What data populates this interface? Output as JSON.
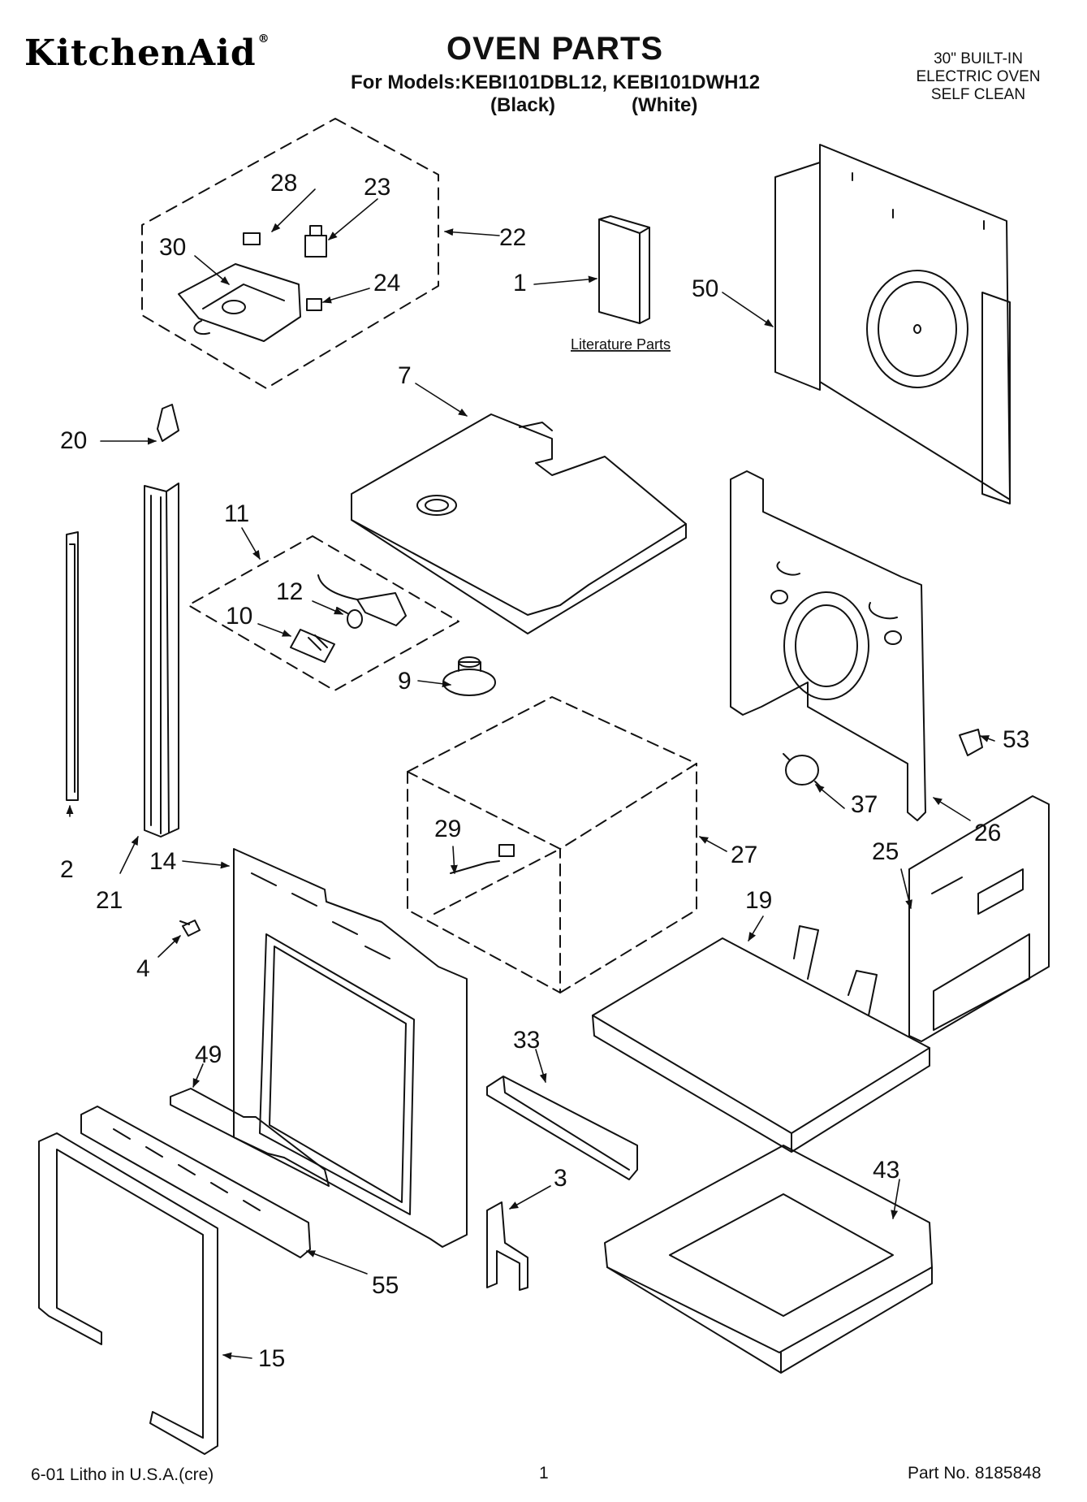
{
  "header": {
    "brand": "KitchenAid",
    "brand_mark": "®",
    "title": "OVEN PARTS",
    "models_line": "For Models:KEBI101DBL12, KEBI101DWH12",
    "color_black": "(Black)",
    "color_white": "(White)",
    "spec_lines": [
      "30\" BUILT-IN",
      "ELECTRIC OVEN",
      "SELF CLEAN"
    ]
  },
  "diagram": {
    "literature_label": "Literature Parts",
    "callouts": [
      "1",
      "2",
      "3",
      "4",
      "7",
      "9",
      "10",
      "11",
      "12",
      "14",
      "15",
      "19",
      "20",
      "21",
      "22",
      "23",
      "24",
      "25",
      "26",
      "27",
      "28",
      "29",
      "30",
      "33",
      "37",
      "43",
      "49",
      "50",
      "53",
      "55"
    ]
  },
  "footer": {
    "litho": "6-01 Litho in U.S.A.(cre)",
    "page": "1",
    "part_no": "Part No. 8185848"
  }
}
